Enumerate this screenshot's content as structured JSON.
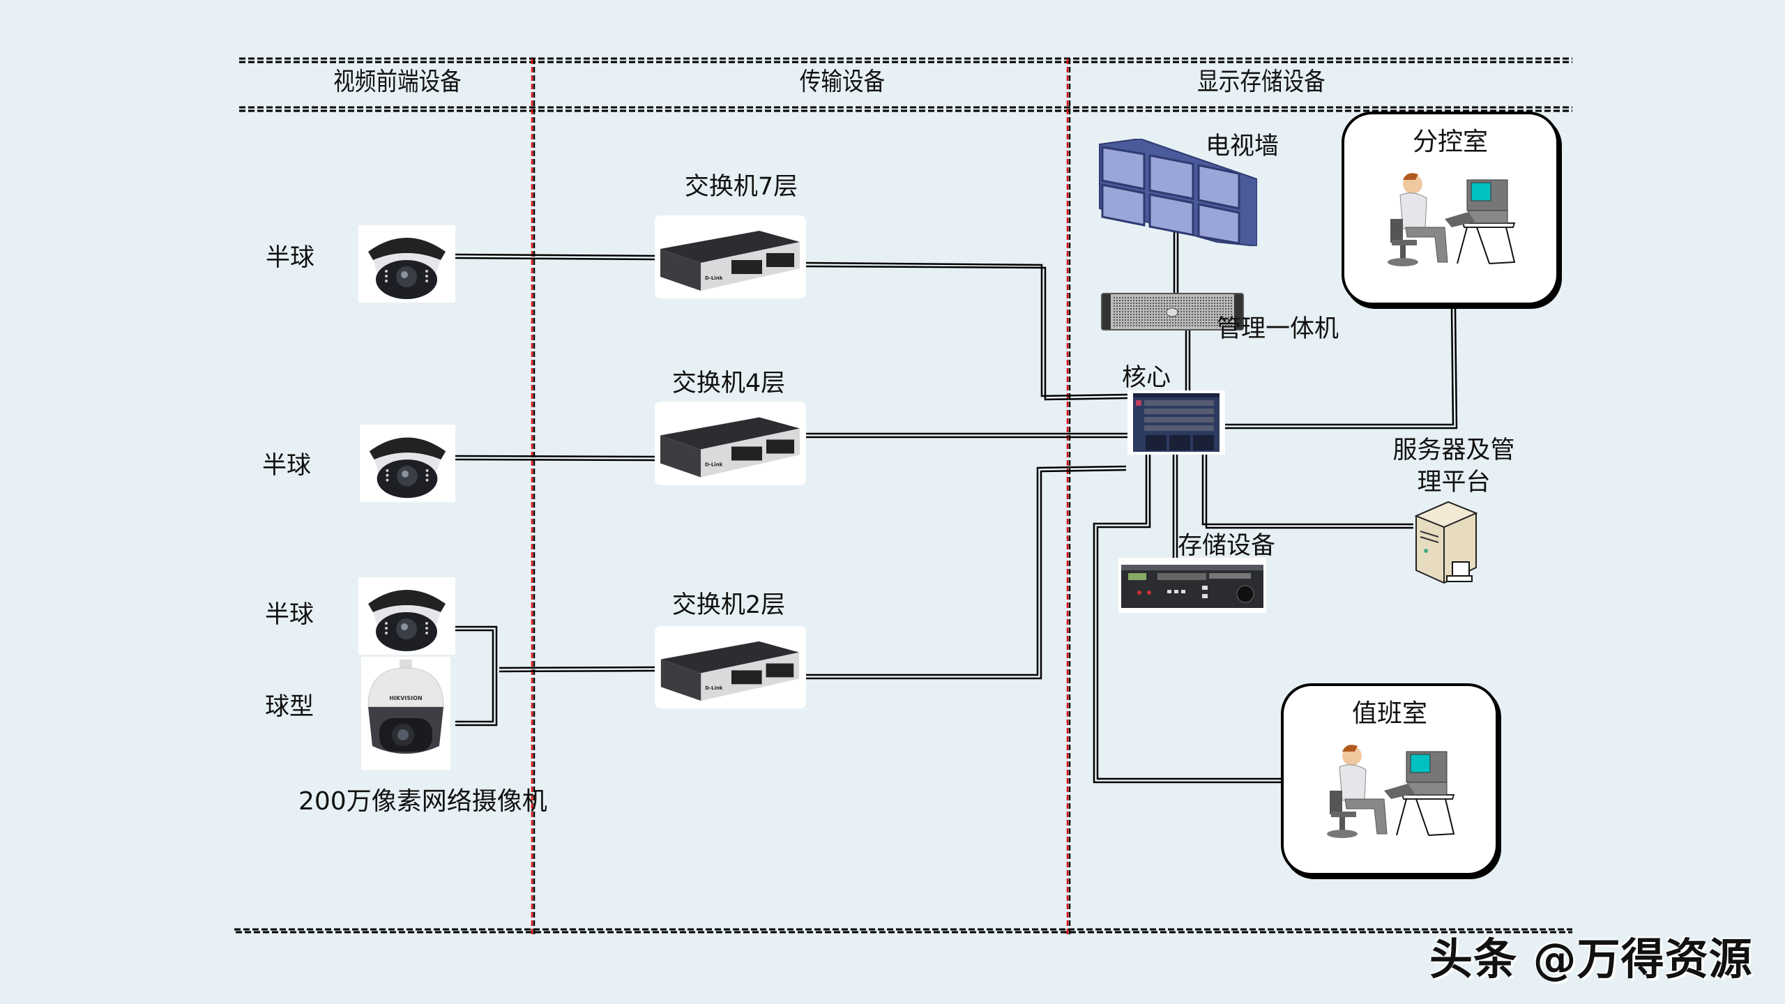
{
  "columns": {
    "front_end": "视频前端设备",
    "transmission": "传输设备",
    "display_storage": "显示存储设备"
  },
  "cameras": [
    {
      "label": "半球",
      "type": "dome-camera"
    },
    {
      "label": "半球",
      "type": "dome-camera"
    },
    {
      "label": "半球",
      "type": "dome-camera"
    },
    {
      "label": "球型",
      "type": "ptz-camera",
      "brand": "HIKVISION"
    }
  ],
  "camera_caption": "200万像素网络摄像机",
  "switches": [
    {
      "label": "交换机7层",
      "brand": "D-Link"
    },
    {
      "label": "交换机4层",
      "brand": "D-Link"
    },
    {
      "label": "交换机2层",
      "brand": "D-Link"
    }
  ],
  "display_storage": {
    "video_wall": "电视墙",
    "management_server": "管理一体机",
    "core": "核心",
    "storage": "存储设备",
    "server_platform_line1": "服务器及管",
    "server_platform_line2": "理平台",
    "sub_control_room": "分控室",
    "duty_room": "值班室"
  },
  "colors": {
    "background": "#e7f0f4",
    "divider_red": "#e01010",
    "line": "#000000",
    "wall_blue": "#4a5a9a",
    "wall_screen": "#9aa6d8",
    "monitor_screen": "#00c0c0"
  },
  "watermark": "头条 @万得资源"
}
